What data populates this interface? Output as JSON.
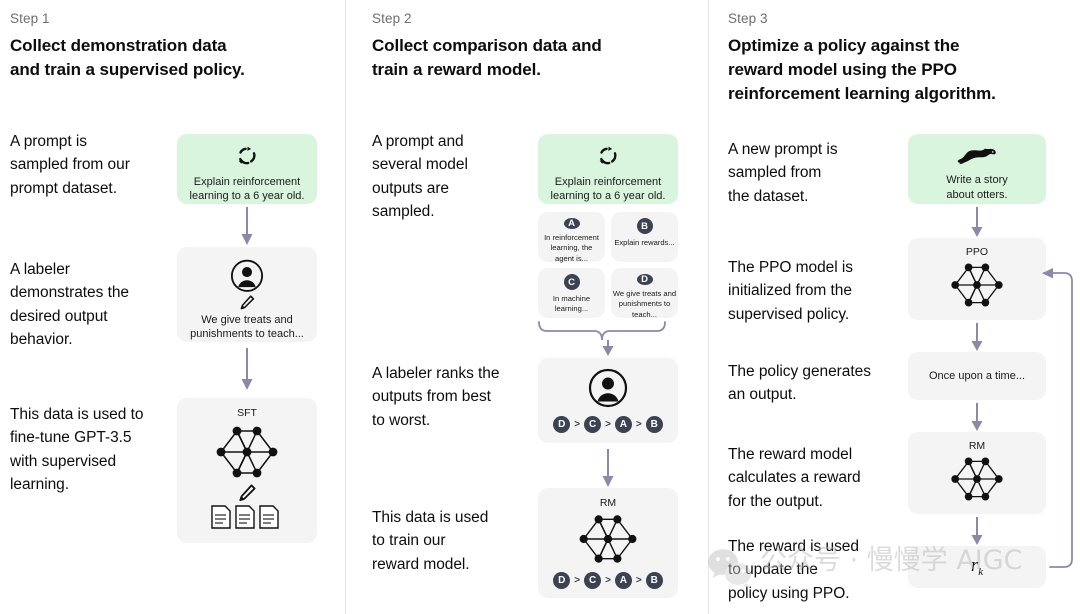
{
  "steps": [
    {
      "label": "Step 1",
      "title": "Collect demonstration data\nand train a supervised policy.",
      "paragraphs": [
        "A prompt is\nsampled from our\nprompt dataset.",
        "A labeler\ndemonstrates the\ndesired output\nbehavior.",
        "This data is used to\nfine-tune GPT-3.5\nwith supervised\nlearning."
      ],
      "cards": [
        {
          "name": "prompt-card",
          "icon": "refresh-cycle-icon",
          "caption": "Explain reinforcement\nlearning to a 6 year old."
        },
        {
          "name": "labeler-card",
          "icon": "person-circle-icon",
          "caption": "We give treats and\npunishments to teach..."
        },
        {
          "name": "sft-card",
          "title": "SFT",
          "icon": "neural-network-icon",
          "caption": ""
        }
      ]
    },
    {
      "label": "Step 2",
      "title": "Collect comparison data and\ntrain a reward model.",
      "paragraphs": [
        "A prompt and\nseveral model\noutputs are\nsampled.",
        "A labeler ranks the\noutputs from best\nto worst.",
        "This data is used\nto train our\nreward model."
      ],
      "cards": [
        {
          "name": "prompt-card",
          "icon": "refresh-cycle-icon",
          "caption": "Explain reinforcement\nlearning to a 6 year old."
        },
        {
          "name": "labeler-rank-card",
          "icon": "person-circle-icon",
          "caption": ""
        },
        {
          "name": "rm-card",
          "title": "RM",
          "icon": "neural-network-icon",
          "caption": ""
        }
      ],
      "options": [
        {
          "badge": "A",
          "text": "In reinforcement\nlearning, the\nagent is..."
        },
        {
          "badge": "B",
          "text": "Explain rewards..."
        },
        {
          "badge": "C",
          "text": "In machine\nlearning..."
        },
        {
          "badge": "D",
          "text": "We give treats and\npunishments to\nteach..."
        }
      ],
      "ranking": [
        "D",
        "C",
        "A",
        "B"
      ],
      "ranking_separator": ">"
    },
    {
      "label": "Step 3",
      "title": "Optimize a policy against the\nreward model using the PPO\nreinforcement learning algorithm.",
      "paragraphs": [
        "A new prompt is\nsampled from\nthe dataset.",
        "The PPO model is\ninitialized from the\nsupervised policy.",
        "The policy generates\nan output.",
        "The reward model\ncalculates a reward\nfor the output.",
        "The reward is used\nto update the\npolicy using PPO."
      ],
      "cards": [
        {
          "name": "new-prompt-card",
          "icon": "otter-icon",
          "caption": "Write a story\nabout otters."
        },
        {
          "name": "ppo-card",
          "title": "PPO",
          "icon": "neural-network-icon",
          "caption": ""
        },
        {
          "name": "output-card",
          "caption": "Once upon a time..."
        },
        {
          "name": "rm-card",
          "title": "RM",
          "icon": "neural-network-icon",
          "caption": ""
        },
        {
          "name": "reward-card",
          "reward_symbol": "r",
          "reward_subscript": "k"
        }
      ]
    }
  ],
  "watermark": {
    "text": "公众号 · 慢慢学 AIGC",
    "logo": "wechat-icon"
  },
  "colors": {
    "prompt_green": "#d9f5de",
    "card_grey": "#f4f4f4",
    "badge_navy": "#3b4252",
    "arrow_purple": "#8b8aa6",
    "text": "#0d0d0d",
    "muted": "#6e6e6e"
  }
}
